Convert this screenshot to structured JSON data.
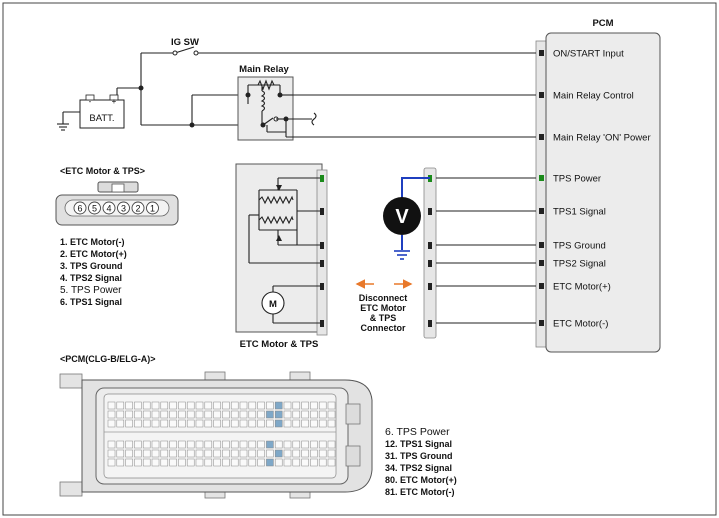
{
  "pcm": {
    "title": "PCM",
    "pins": [
      {
        "label": "ON/START Input",
        "highlight": false
      },
      {
        "label": "Main Relay Control",
        "highlight": false
      },
      {
        "label": "Main Relay 'ON' Power",
        "highlight": false
      },
      {
        "label": "TPS Power",
        "highlight": true
      },
      {
        "label": "TPS1 Signal",
        "highlight": false
      },
      {
        "label": "TPS Ground",
        "highlight": false
      },
      {
        "label": "TPS2 Signal",
        "highlight": false
      },
      {
        "label": "ETC Motor(+)",
        "highlight": false
      },
      {
        "label": "ETC Motor(-)",
        "highlight": false
      }
    ]
  },
  "ig_sw": "IG SW",
  "main_relay": "Main Relay",
  "battery": {
    "label": "BATT.",
    "minus": "-",
    "plus": "+"
  },
  "voltmeter": "V",
  "etc_connector": {
    "title": "<ETC Motor & TPS>",
    "pin_numbers": [
      "6",
      "5",
      "4",
      "3",
      "2",
      "1"
    ],
    "pin_list": [
      {
        "text": "1. ETC Motor(-)",
        "highlight": false
      },
      {
        "text": "2. ETC Motor(+)",
        "highlight": false
      },
      {
        "text": "3. TPS Ground",
        "highlight": false
      },
      {
        "text": "4. TPS2 Signal",
        "highlight": false
      },
      {
        "text": "5. TPS Power",
        "highlight": true
      },
      {
        "text": "6. TPS1 Signal",
        "highlight": false
      }
    ]
  },
  "etc_box_label": "ETC Motor & TPS",
  "motor_symbol": "M",
  "disconnect_note": [
    "Disconnect",
    "ETC Motor",
    "& TPS",
    "Connector"
  ],
  "pcm_connector": {
    "title": "<PCM(CLG-B/ELG-A)>",
    "pin_list": [
      {
        "text": "6. TPS Power",
        "highlight": true
      },
      {
        "text": "12. TPS1 Signal",
        "highlight": false
      },
      {
        "text": "31. TPS Ground",
        "highlight": false
      },
      {
        "text": "34. TPS2 Signal",
        "highlight": false
      },
      {
        "text": "80. ETC Motor(+)",
        "highlight": false
      },
      {
        "text": "81. ETC Motor(-)",
        "highlight": false
      }
    ]
  },
  "colors": {
    "highlight": "#1a8a1a",
    "probe_wire": "#1f3fbf",
    "arrow": "#e8782a",
    "pcm_pin_hi": "#7fa8c8"
  }
}
